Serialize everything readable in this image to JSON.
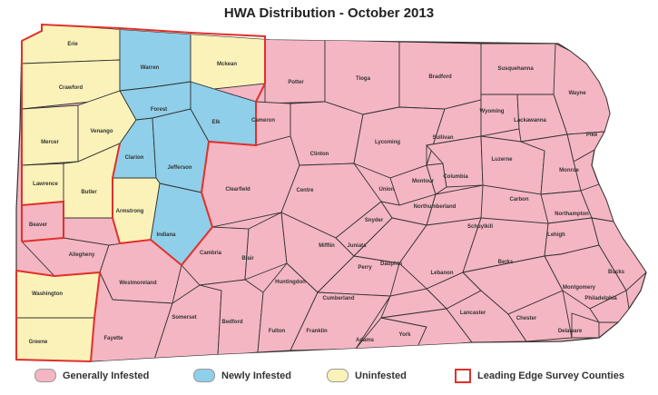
{
  "title": "HWA Distribution - October 2013",
  "colors": {
    "generally_infested": "#f4b6c2",
    "newly_infested": "#8fcfea",
    "uninfested": "#fbf2b9",
    "leading_edge": "#e0302a",
    "county_border": "#333333"
  },
  "legend": [
    {
      "key": "generally",
      "label": "Generally Infested"
    },
    {
      "key": "newly",
      "label": "Newly Infested"
    },
    {
      "key": "uninfested",
      "label": "Uninfested"
    },
    {
      "key": "leading",
      "label": "Leading Edge Survey Counties"
    }
  ],
  "counties": [
    {
      "name": "Erie",
      "status": "uninfested"
    },
    {
      "name": "Crawford",
      "status": "uninfested"
    },
    {
      "name": "Warren",
      "status": "newly"
    },
    {
      "name": "Mckean",
      "status": "uninfested"
    },
    {
      "name": "Potter",
      "status": "generally"
    },
    {
      "name": "Tioga",
      "status": "generally"
    },
    {
      "name": "Bradford",
      "status": "generally"
    },
    {
      "name": "Susquehanna",
      "status": "generally"
    },
    {
      "name": "Wayne",
      "status": "generally"
    },
    {
      "name": "Mercer",
      "status": "uninfested"
    },
    {
      "name": "Venango",
      "status": "uninfested"
    },
    {
      "name": "Forest",
      "status": "newly"
    },
    {
      "name": "Elk",
      "status": "newly"
    },
    {
      "name": "Cameron",
      "status": "generally"
    },
    {
      "name": "Clinton",
      "status": "generally"
    },
    {
      "name": "Lycoming",
      "status": "generally"
    },
    {
      "name": "Sullivan",
      "status": "generally"
    },
    {
      "name": "Wyoming",
      "status": "generally"
    },
    {
      "name": "Lackawanna",
      "status": "generally"
    },
    {
      "name": "Pike",
      "status": "generally"
    },
    {
      "name": "Lawrence",
      "status": "uninfested"
    },
    {
      "name": "Butler",
      "status": "uninfested"
    },
    {
      "name": "Clarion",
      "status": "newly"
    },
    {
      "name": "Jefferson",
      "status": "newly"
    },
    {
      "name": "Clearfield",
      "status": "generally"
    },
    {
      "name": "Centre",
      "status": "generally"
    },
    {
      "name": "Union",
      "status": "generally"
    },
    {
      "name": "Montour",
      "status": "generally"
    },
    {
      "name": "Columbia",
      "status": "generally"
    },
    {
      "name": "Luzerne",
      "status": "generally"
    },
    {
      "name": "Monroe",
      "status": "generally"
    },
    {
      "name": "Beaver",
      "status": "generally"
    },
    {
      "name": "Armstrong",
      "status": "uninfested"
    },
    {
      "name": "Indiana",
      "status": "newly"
    },
    {
      "name": "Mifflin",
      "status": "generally"
    },
    {
      "name": "Snyder",
      "status": "generally"
    },
    {
      "name": "Northumberland",
      "status": "generally"
    },
    {
      "name": "Carbon",
      "status": "generally"
    },
    {
      "name": "Northampton",
      "status": "generally"
    },
    {
      "name": "Allegheny",
      "status": "generally"
    },
    {
      "name": "Westmoreland",
      "status": "generally"
    },
    {
      "name": "Cambria",
      "status": "generally"
    },
    {
      "name": "Blair",
      "status": "generally"
    },
    {
      "name": "Huntingdon",
      "status": "generally"
    },
    {
      "name": "Juniata",
      "status": "generally"
    },
    {
      "name": "Perry",
      "status": "generally"
    },
    {
      "name": "Dauphin",
      "status": "generally"
    },
    {
      "name": "Schuylkill",
      "status": "generally"
    },
    {
      "name": "Lebanon",
      "status": "generally"
    },
    {
      "name": "Berks",
      "status": "generally"
    },
    {
      "name": "Lehigh",
      "status": "generally"
    },
    {
      "name": "Bucks",
      "status": "generally"
    },
    {
      "name": "Washington",
      "status": "uninfested"
    },
    {
      "name": "Fayette",
      "status": "generally"
    },
    {
      "name": "Somerset",
      "status": "generally"
    },
    {
      "name": "Bedford",
      "status": "generally"
    },
    {
      "name": "Fulton",
      "status": "generally"
    },
    {
      "name": "Franklin",
      "status": "generally"
    },
    {
      "name": "Cumberland",
      "status": "generally"
    },
    {
      "name": "Adams",
      "status": "generally"
    },
    {
      "name": "York",
      "status": "generally"
    },
    {
      "name": "Lancaster",
      "status": "generally"
    },
    {
      "name": "Chester",
      "status": "generally"
    },
    {
      "name": "Delaware",
      "status": "generally"
    },
    {
      "name": "Montgomery",
      "status": "generally"
    },
    {
      "name": "Philadelphia",
      "status": "generally"
    },
    {
      "name": "Greene",
      "status": "uninfested"
    }
  ]
}
